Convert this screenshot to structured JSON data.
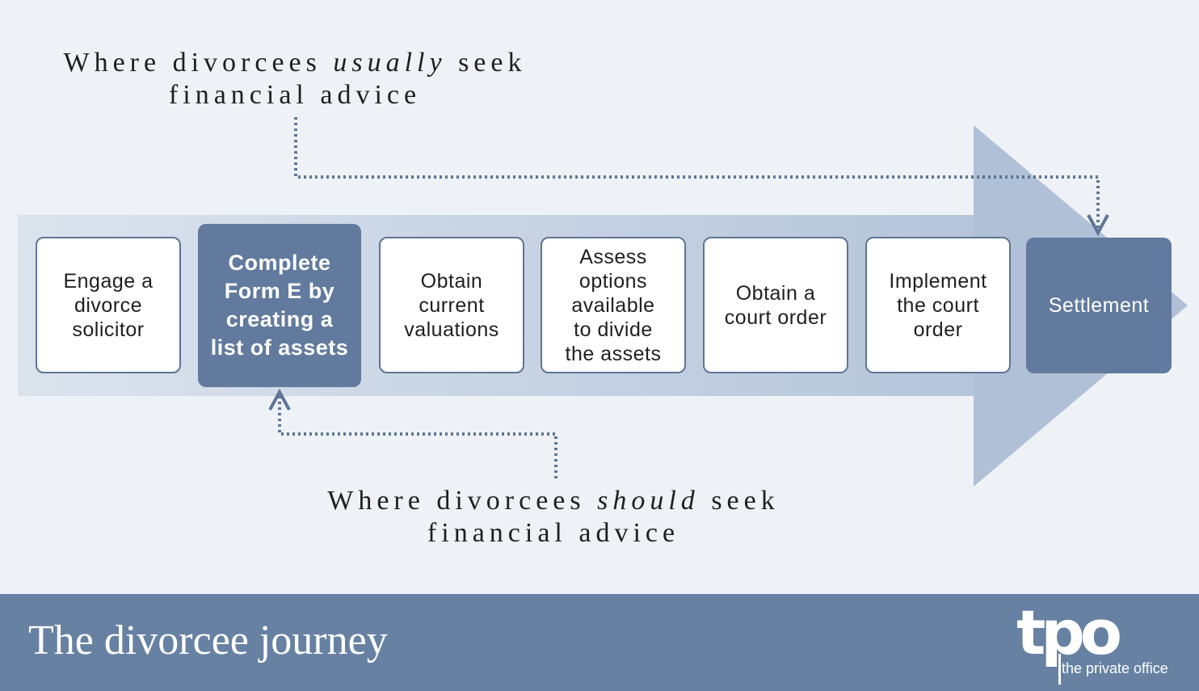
{
  "captions": {
    "top": {
      "before": "Where divorcees ",
      "emphasis": "usually",
      "after": " seek",
      "line2": "financial advice"
    },
    "bottom": {
      "before": "Where divorcees ",
      "emphasis": "should",
      "after": " seek",
      "line2": "financial advice"
    }
  },
  "steps": [
    "Engage a\ndivorce\nsolicitor",
    "Complete\nForm E by\ncreating a\nlist of assets",
    "Obtain\ncurrent\nvaluations",
    "Assess\noptions\navailable\nto divide\nthe assets",
    "Obtain a\ncourt order",
    "Implement\nthe court\norder",
    "Settlement"
  ],
  "footer": {
    "title": "The divorcee journey",
    "logo_mark": "tpo",
    "logo_sub": "the private office"
  },
  "colors": {
    "background": "#eef2f6",
    "arrow_band": "#c9d4e3",
    "arrow_head": "#b0c0d7",
    "accent": "#617a9d",
    "connector": "#5e7595",
    "footer": "#6781a3"
  }
}
